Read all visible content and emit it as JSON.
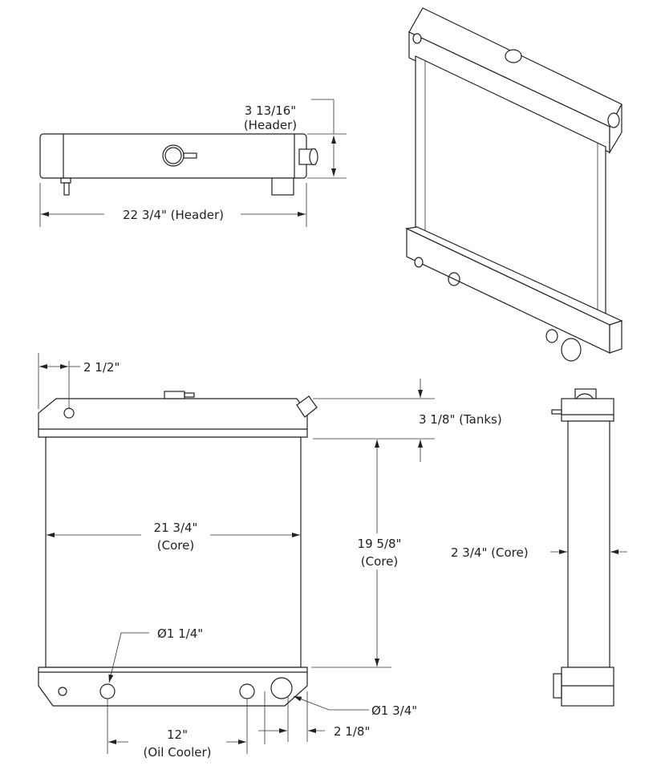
{
  "title": "Radiator dimension drawing",
  "top_view": {
    "header_height": "3 13/16\"",
    "header_height_sub": "(Header)",
    "header_width": "22 3/4\" (Header)"
  },
  "front_view": {
    "inlet_offset": "2 1/2\"",
    "tank_height": "3 1/8\" (Tanks)",
    "core_width": "21 3/4\"",
    "core_width_sub": "(Core)",
    "core_height": "19 5/8\"",
    "core_height_sub": "(Core)",
    "oil_cooler_port_dia": "Ø1 1/4\"",
    "outlet_dia": "Ø1 3/4\"",
    "outlet_offset": "2 1/8\"",
    "oil_cooler_spacing": "12\"",
    "oil_cooler_spacing_sub": "(Oil Cooler)"
  },
  "side_view": {
    "core_depth": "2 3/4\" (Core)"
  }
}
